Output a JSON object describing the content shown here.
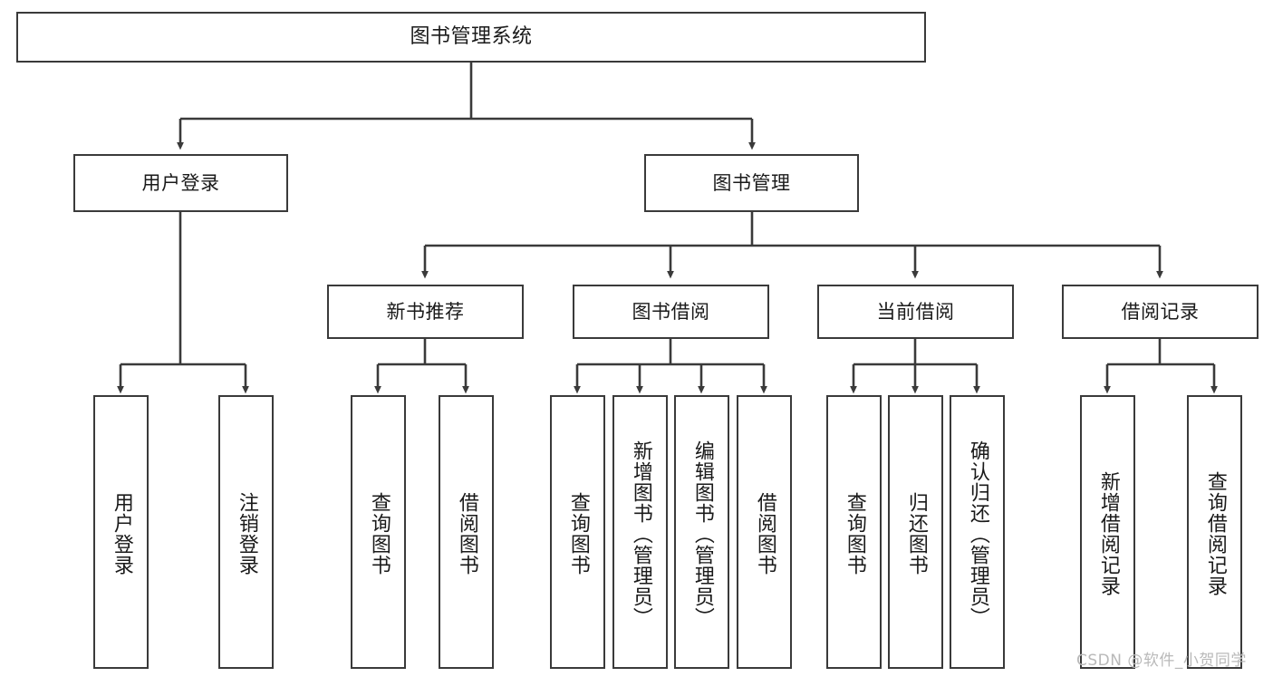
{
  "diagram": {
    "type": "tree-hierarchy",
    "title": "图书管理系统",
    "orientation": "top-down",
    "levels": 4,
    "nodes": {
      "root": {
        "label": "图书管理系统",
        "level": 0
      },
      "user_login": {
        "label": "用户登录",
        "level": 1
      },
      "book_manage": {
        "label": "图书管理",
        "level": 1
      },
      "new_book_rec": {
        "label": "新书推荐",
        "level": 2
      },
      "book_borrow": {
        "label": "图书借阅",
        "level": 2
      },
      "current_borrow": {
        "label": "当前借阅",
        "level": 2
      },
      "borrow_record": {
        "label": "借阅记录",
        "level": 2
      },
      "leaf_user_login": {
        "label": "用户登录",
        "level": 3
      },
      "leaf_logout": {
        "label": "注销登录",
        "level": 3
      },
      "leaf_query_book_1": {
        "label": "查询图书",
        "level": 3
      },
      "leaf_borrow_book_1": {
        "label": "借阅图书",
        "level": 3
      },
      "leaf_query_book_2": {
        "label": "查询图书",
        "level": 3
      },
      "leaf_add_book": {
        "label": "新增图书（管理员）",
        "level": 3
      },
      "leaf_edit_book": {
        "label": "编辑图书（管理员）",
        "level": 3
      },
      "leaf_borrow_book_2": {
        "label": "借阅图书",
        "level": 3
      },
      "leaf_query_book_3": {
        "label": "查询图书",
        "level": 3
      },
      "leaf_return_book": {
        "label": "归还图书",
        "level": 3
      },
      "leaf_confirm_return": {
        "label": "确认归还（管理员）",
        "level": 3
      },
      "leaf_add_record": {
        "label": "新增借阅记录",
        "level": 3
      },
      "leaf_query_record": {
        "label": "查询借阅记录",
        "level": 3
      }
    },
    "edges": [
      {
        "from": "root",
        "to": "user_login"
      },
      {
        "from": "root",
        "to": "book_manage"
      },
      {
        "from": "book_manage",
        "to": "new_book_rec"
      },
      {
        "from": "book_manage",
        "to": "book_borrow"
      },
      {
        "from": "book_manage",
        "to": "current_borrow"
      },
      {
        "from": "book_manage",
        "to": "borrow_record"
      },
      {
        "from": "user_login",
        "to": "leaf_user_login"
      },
      {
        "from": "user_login",
        "to": "leaf_logout"
      },
      {
        "from": "new_book_rec",
        "to": "leaf_query_book_1"
      },
      {
        "from": "new_book_rec",
        "to": "leaf_borrow_book_1"
      },
      {
        "from": "book_borrow",
        "to": "leaf_query_book_2"
      },
      {
        "from": "book_borrow",
        "to": "leaf_add_book"
      },
      {
        "from": "book_borrow",
        "to": "leaf_edit_book"
      },
      {
        "from": "book_borrow",
        "to": "leaf_borrow_book_2"
      },
      {
        "from": "current_borrow",
        "to": "leaf_query_book_3"
      },
      {
        "from": "current_borrow",
        "to": "leaf_return_book"
      },
      {
        "from": "current_borrow",
        "to": "leaf_confirm_return"
      },
      {
        "from": "borrow_record",
        "to": "leaf_add_record"
      },
      {
        "from": "borrow_record",
        "to": "leaf_query_record"
      }
    ],
    "colors": {
      "box_border": "#3a3a3a",
      "box_fill": "#ffffff",
      "edge": "#3a3a3a",
      "text": "#1a1a1a",
      "background": "#ffffff",
      "watermark": "#b9b9b9"
    }
  },
  "watermark": {
    "text": "CSDN @软件_小贺同学"
  }
}
